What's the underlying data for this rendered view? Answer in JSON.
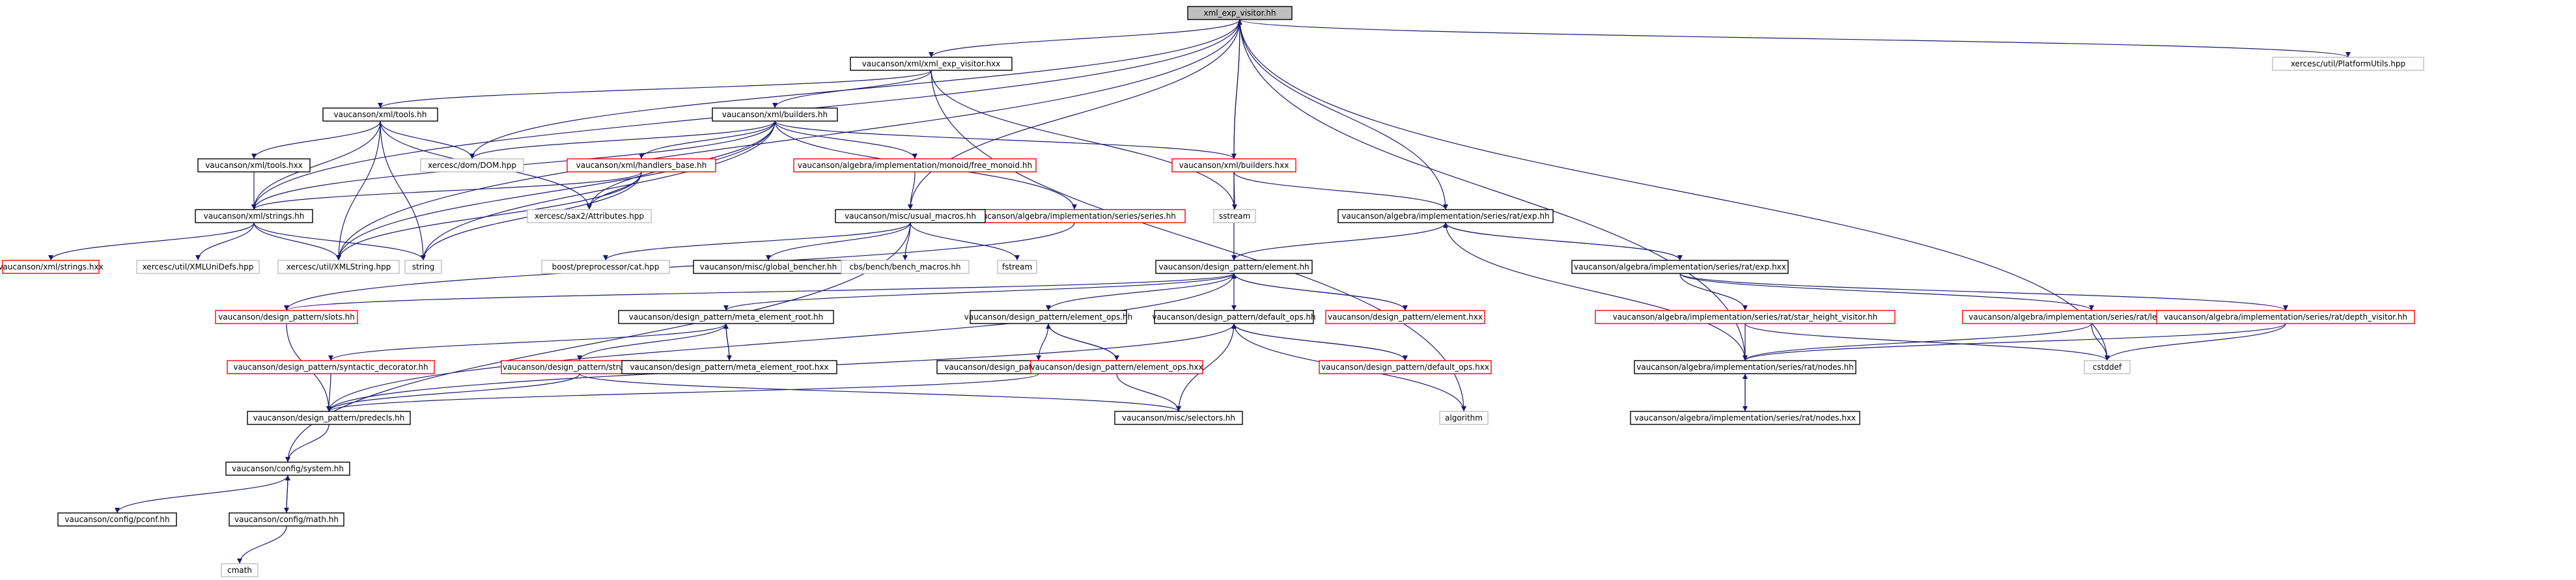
{
  "colors": {
    "edge": "#191970",
    "root_fill": "#bfbfbf",
    "border_black": "#000000",
    "border_red": "#ff0000",
    "border_grey": "#bfbfbf"
  },
  "nodes": [
    {
      "id": "n0",
      "label": "xml_exp_visitor.hh",
      "style": "root"
    },
    {
      "id": "n1",
      "label": "vaucanson/xml/xml_exp_visitor.hxx",
      "style": "black"
    },
    {
      "id": "n2",
      "label": "xercesc/util/PlatformUtils.hpp",
      "style": "grey"
    },
    {
      "id": "n3",
      "label": "vaucanson/xml/tools.hh",
      "style": "black"
    },
    {
      "id": "n4",
      "label": "vaucanson/xml/builders.hh",
      "style": "black"
    },
    {
      "id": "n5",
      "label": "xercesc/dom/DOM.hpp",
      "style": "grey"
    },
    {
      "id": "n6",
      "label": "vaucanson/xml/handlers_base.hh",
      "style": "red"
    },
    {
      "id": "n7",
      "label": "vaucanson/algebra/implementation/monoid/free_monoid.hh",
      "style": "red"
    },
    {
      "id": "n8",
      "label": "vaucanson/xml/builders.hxx",
      "style": "red"
    },
    {
      "id": "n9",
      "label": "vaucanson/xml/tools.hxx",
      "style": "black"
    },
    {
      "id": "n10",
      "label": "xercesc/sax2/Attributes.hpp",
      "style": "grey"
    },
    {
      "id": "n11",
      "label": "vaucanson/algebra/implementation/series/series.hh",
      "style": "red"
    },
    {
      "id": "n12",
      "label": "sstream",
      "style": "grey"
    },
    {
      "id": "n13",
      "label": "vaucanson/algebra/implementation/series/rat/exp.hh",
      "style": "black"
    },
    {
      "id": "n14",
      "label": "vaucanson/xml/strings.hh",
      "style": "black"
    },
    {
      "id": "n15",
      "label": "vaucanson/misc/usual_macros.hh",
      "style": "black"
    },
    {
      "id": "n16",
      "label": "vaucanson/xml/strings.hxx",
      "style": "red"
    },
    {
      "id": "n17",
      "label": "xercesc/util/XMLUniDefs.hpp",
      "style": "grey"
    },
    {
      "id": "n18",
      "label": "xercesc/util/XMLString.hpp",
      "style": "grey"
    },
    {
      "id": "n19",
      "label": "string",
      "style": "grey"
    },
    {
      "id": "n20",
      "label": "boost/preprocessor/cat.hpp",
      "style": "grey"
    },
    {
      "id": "n21",
      "label": "vaucanson/misc/global_bencher.hh",
      "style": "black"
    },
    {
      "id": "n22",
      "label": "cbs/bench/bench_macros.hh",
      "style": "grey"
    },
    {
      "id": "n23",
      "label": "fstream",
      "style": "grey"
    },
    {
      "id": "n24",
      "label": "vaucanson/design_pattern/element.hh",
      "style": "black"
    },
    {
      "id": "n25",
      "label": "vaucanson/algebra/implementation/series/rat/exp.hxx",
      "style": "black"
    },
    {
      "id": "n26",
      "label": "vaucanson/design_pattern/slots.hh",
      "style": "red"
    },
    {
      "id": "n27",
      "label": "vaucanson/design_pattern/meta_element_root.hh",
      "style": "black"
    },
    {
      "id": "n28",
      "label": "vaucanson/design_pattern/element_ops.hh",
      "style": "black"
    },
    {
      "id": "n29",
      "label": "vaucanson/design_pattern/default_ops.hh",
      "style": "black"
    },
    {
      "id": "n30",
      "label": "vaucanson/design_pattern/element.hxx",
      "style": "red"
    },
    {
      "id": "n31",
      "label": "vaucanson/algebra/implementation/series/rat/star_height_visitor.hh",
      "style": "red"
    },
    {
      "id": "n32",
      "label": "vaucanson/algebra/implementation/series/rat/length_visitor.hh",
      "style": "red"
    },
    {
      "id": "n33",
      "label": "vaucanson/algebra/implementation/series/rat/depth_visitor.hh",
      "style": "red"
    },
    {
      "id": "n34",
      "label": "vaucanson/design_pattern/syntactic_decorator.hh",
      "style": "red"
    },
    {
      "id": "n35",
      "label": "vaucanson/design_pattern/structure.hh",
      "style": "red"
    },
    {
      "id": "n36",
      "label": "vaucanson/design_pattern/meta_element_root.hxx",
      "style": "black"
    },
    {
      "id": "n37",
      "label": "vaucanson/design_pattern/element_op_traits.hh",
      "style": "black"
    },
    {
      "id": "n38",
      "label": "vaucanson/design_pattern/element_ops.hxx",
      "style": "red"
    },
    {
      "id": "n39",
      "label": "vaucanson/design_pattern/default_ops.hxx",
      "style": "red"
    },
    {
      "id": "n40",
      "label": "vaucanson/algebra/implementation/series/rat/nodes.hh",
      "style": "black"
    },
    {
      "id": "n41",
      "label": "cstddef",
      "style": "grey"
    },
    {
      "id": "n42",
      "label": "vaucanson/design_pattern/predecls.hh",
      "style": "black"
    },
    {
      "id": "n43",
      "label": "vaucanson/misc/selectors.hh",
      "style": "black"
    },
    {
      "id": "n44",
      "label": "algorithm",
      "style": "grey"
    },
    {
      "id": "n45",
      "label": "vaucanson/algebra/implementation/series/rat/nodes.hxx",
      "style": "black"
    },
    {
      "id": "n46",
      "label": "vaucanson/config/system.hh",
      "style": "black"
    },
    {
      "id": "n47",
      "label": "vaucanson/config/pconf.hh",
      "style": "black"
    },
    {
      "id": "n48",
      "label": "vaucanson/config/math.hh",
      "style": "black"
    },
    {
      "id": "n49",
      "label": "cmath",
      "style": "grey"
    }
  ],
  "edges": [
    [
      "n0",
      "n1"
    ],
    [
      "n0",
      "n2"
    ],
    [
      "n0",
      "n5"
    ],
    [
      "n0",
      "n18"
    ],
    [
      "n0",
      "n13"
    ],
    [
      "n0",
      "n15"
    ],
    [
      "n0",
      "n8"
    ],
    [
      "n0",
      "n14"
    ],
    [
      "n0",
      "n40"
    ],
    [
      "n0",
      "n41"
    ],
    [
      "n1",
      "n3"
    ],
    [
      "n1",
      "n4"
    ],
    [
      "n1",
      "n12"
    ],
    [
      "n1",
      "n44"
    ],
    [
      "n3",
      "n5"
    ],
    [
      "n3",
      "n9"
    ],
    [
      "n3",
      "n14"
    ],
    [
      "n3",
      "n10"
    ],
    [
      "n3",
      "n18"
    ],
    [
      "n3",
      "n19"
    ],
    [
      "n4",
      "n5"
    ],
    [
      "n4",
      "n6"
    ],
    [
      "n4",
      "n7"
    ],
    [
      "n4",
      "n8"
    ],
    [
      "n4",
      "n11"
    ],
    [
      "n4",
      "n10"
    ],
    [
      "n4",
      "n19"
    ],
    [
      "n4",
      "n18"
    ],
    [
      "n4",
      "n14"
    ],
    [
      "n6",
      "n14"
    ],
    [
      "n6",
      "n10"
    ],
    [
      "n6",
      "n19"
    ],
    [
      "n6",
      "n18"
    ],
    [
      "n7",
      "n15"
    ],
    [
      "n8",
      "n0"
    ],
    [
      "n8",
      "n12"
    ],
    [
      "n8",
      "n13"
    ],
    [
      "n8",
      "n24"
    ],
    [
      "n9",
      "n14"
    ],
    [
      "n11",
      "n26"
    ],
    [
      "n13",
      "n24"
    ],
    [
      "n13",
      "n25"
    ],
    [
      "n13",
      "n40"
    ],
    [
      "n14",
      "n16"
    ],
    [
      "n14",
      "n17"
    ],
    [
      "n14",
      "n18"
    ],
    [
      "n14",
      "n19"
    ],
    [
      "n15",
      "n20"
    ],
    [
      "n15",
      "n21"
    ],
    [
      "n15",
      "n22"
    ],
    [
      "n15",
      "n23"
    ],
    [
      "n15",
      "n46"
    ],
    [
      "n24",
      "n26"
    ],
    [
      "n24",
      "n27"
    ],
    [
      "n24",
      "n28"
    ],
    [
      "n24",
      "n29"
    ],
    [
      "n24",
      "n30"
    ],
    [
      "n24",
      "n42"
    ],
    [
      "n25",
      "n13"
    ],
    [
      "n25",
      "n31"
    ],
    [
      "n25",
      "n32"
    ],
    [
      "n25",
      "n33"
    ],
    [
      "n26",
      "n42"
    ],
    [
      "n27",
      "n34"
    ],
    [
      "n27",
      "n35"
    ],
    [
      "n27",
      "n36"
    ],
    [
      "n28",
      "n37"
    ],
    [
      "n28",
      "n38"
    ],
    [
      "n29",
      "n39"
    ],
    [
      "n29",
      "n42"
    ],
    [
      "n29",
      "n43"
    ],
    [
      "n29",
      "n44"
    ],
    [
      "n30",
      "n24"
    ],
    [
      "n31",
      "n40"
    ],
    [
      "n31",
      "n41"
    ],
    [
      "n32",
      "n40"
    ],
    [
      "n32",
      "n41"
    ],
    [
      "n33",
      "n40"
    ],
    [
      "n33",
      "n41"
    ],
    [
      "n34",
      "n42"
    ],
    [
      "n35",
      "n42"
    ],
    [
      "n35",
      "n43"
    ],
    [
      "n36",
      "n27"
    ],
    [
      "n37",
      "n42"
    ],
    [
      "n38",
      "n28"
    ],
    [
      "n38",
      "n43"
    ],
    [
      "n39",
      "n29"
    ],
    [
      "n40",
      "n45"
    ],
    [
      "n42",
      "n46"
    ],
    [
      "n45",
      "n40"
    ],
    [
      "n46",
      "n47"
    ],
    [
      "n46",
      "n48"
    ],
    [
      "n48",
      "n46"
    ],
    [
      "n48",
      "n49"
    ]
  ]
}
